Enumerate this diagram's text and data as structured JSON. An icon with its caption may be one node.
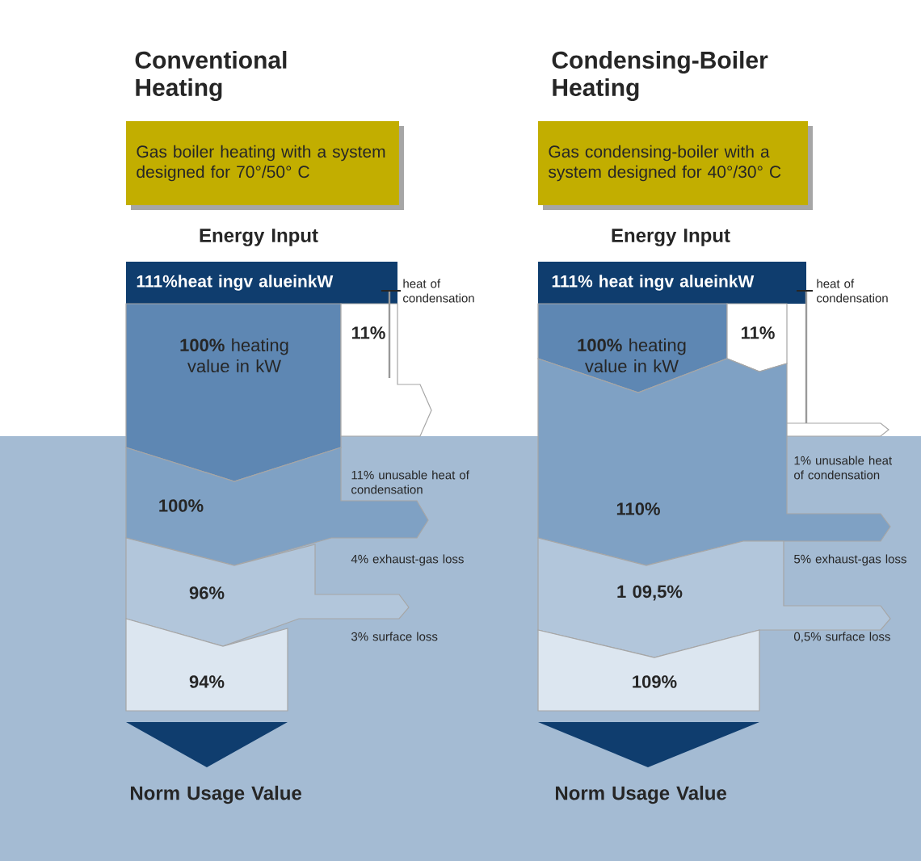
{
  "diagram": {
    "nodes": [
      {
        "text": [
          "Gas boiler heating with a system designed for 70°/50° C"
        ]
      },
      {
        "text": [
          "111%heat ingv alueinkW"
        ]
      },
      {
        "text": [
          "**100%** heating value in kW"
        ]
      },
      {
        "text": [
          "11%"
        ]
      },
      {
        "text": [
          "100%"
        ]
      },
      {
        "text": [
          "96%"
        ]
      },
      {
        "text": [
          "94%"
        ]
      },
      {
        "text": [
          "Norm Usage Value"
        ]
      },
      {
        "text": [
          "Gas condensing-boiler with a system designed for 40°/30° C"
        ]
      },
      {
        "text": [
          "111% heat ingv alueinkW"
        ]
      },
      {
        "text": [
          "**100%** heating value in kW"
        ]
      },
      {
        "text": [
          "11%"
        ]
      },
      {
        "text": [
          "110%"
        ]
      },
      {
        "text": [
          "1 09,5%"
        ]
      },
      {
        "text": [
          "109%"
        ]
      },
      {
        "text": [
          "Norm Usage Value"
        ]
      }
    ],
    "labels": [
      "Conventional Heating",
      "Condensing-Boiler Heating",
      "Energy Input",
      "Energy Input",
      "heat of condensation",
      "11% unusable heat of condensation",
      "4% exhaust-gas loss",
      "3% surface loss",
      "heat of condensation",
      "1% unusable heat of condensation",
      "5% exhaust-gas loss",
      "0,5% surface loss"
    ]
  }
}
